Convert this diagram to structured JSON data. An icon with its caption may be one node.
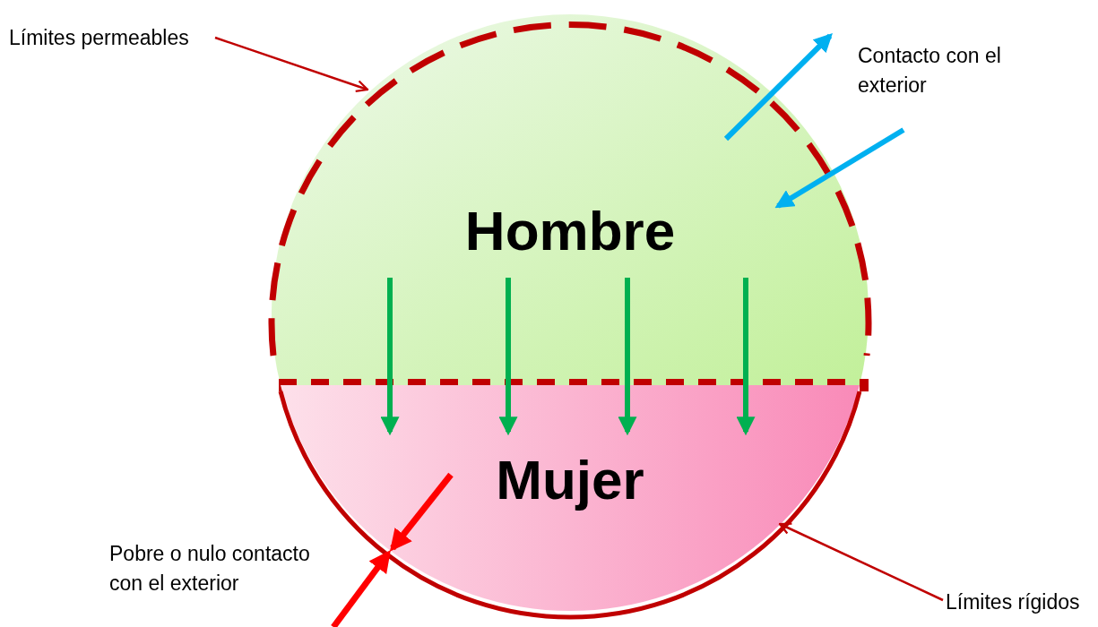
{
  "diagram": {
    "nodes": [
      {
        "text": [
          "Hombre"
        ]
      },
      {
        "text": [
          "Mujer"
        ]
      },
      {
        "text": [
          "Límites permeables"
        ]
      },
      {
        "text": [
          "Límites rígidos"
        ]
      }
    ],
    "edges": [
      {
        "from": 2,
        "to": 0,
        "arrow": "to",
        "color": "#c00000"
      },
      {
        "from": 3,
        "to": 1,
        "arrow": "to",
        "color": "#c00000"
      },
      {
        "from": 0,
        "to": null,
        "arrow": "to",
        "color": "#00b0f0"
      },
      {
        "from": null,
        "to": 0,
        "arrow": "to",
        "color": "#00b0f0"
      },
      {
        "from": 0,
        "to": 1,
        "arrow": "to"
      },
      {
        "from": 0,
        "to": 1,
        "arrow": "to"
      },
      {
        "from": 0,
        "to": 1,
        "arrow": "to"
      },
      {
        "from": 0,
        "to": 1,
        "arrow": "to"
      },
      {
        "from": null,
        "to": 1,
        "arrow": "to",
        "color": "#ff0000"
      },
      {
        "from": null,
        "to": 1,
        "arrow": "to",
        "color": "#ff0000"
      }
    ],
    "labels": [
      "Contacto con el exterior",
      "Pobre o nulo contacto con el exterior"
    ]
  }
}
